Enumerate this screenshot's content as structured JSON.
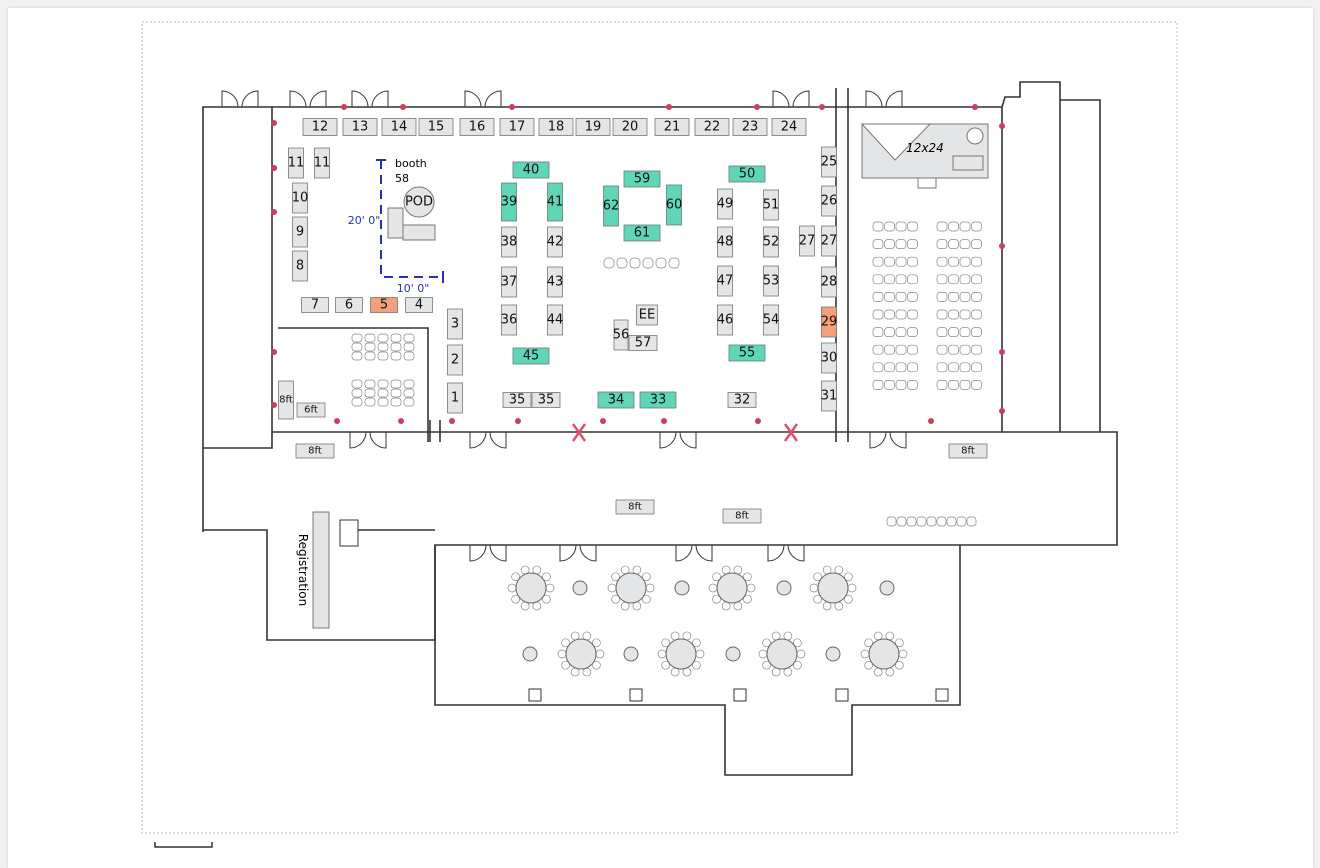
{
  "colors": {
    "booth_default": "#e4e5e6",
    "booth_teal": "#5ed6b7",
    "booth_orange": "#f4a07b",
    "dimension": "#2233bb",
    "marker": "#c8405a",
    "x_mark": "#e0506e"
  },
  "booths": [
    {
      "label": "12",
      "color": "default"
    },
    {
      "label": "13",
      "color": "default"
    },
    {
      "label": "14",
      "color": "default"
    },
    {
      "label": "15",
      "color": "default"
    },
    {
      "label": "16",
      "color": "default"
    },
    {
      "label": "17",
      "color": "default"
    },
    {
      "label": "18",
      "color": "default"
    },
    {
      "label": "19",
      "color": "default"
    },
    {
      "label": "20",
      "color": "default"
    },
    {
      "label": "21",
      "color": "default"
    },
    {
      "label": "22",
      "color": "default"
    },
    {
      "label": "23",
      "color": "default"
    },
    {
      "label": "24",
      "color": "default"
    },
    {
      "label": "11",
      "color": "default"
    },
    {
      "label": "11",
      "color": "default"
    },
    {
      "label": "10",
      "color": "default"
    },
    {
      "label": "9",
      "color": "default"
    },
    {
      "label": "8",
      "color": "default"
    },
    {
      "label": "7",
      "color": "default"
    },
    {
      "label": "6",
      "color": "default"
    },
    {
      "label": "5",
      "color": "orange"
    },
    {
      "label": "4",
      "color": "default"
    },
    {
      "label": "3",
      "color": "default"
    },
    {
      "label": "2",
      "color": "default"
    },
    {
      "label": "1",
      "color": "default"
    },
    {
      "label": "40",
      "color": "teal"
    },
    {
      "label": "39",
      "color": "teal"
    },
    {
      "label": "41",
      "color": "teal"
    },
    {
      "label": "38",
      "color": "default"
    },
    {
      "label": "42",
      "color": "default"
    },
    {
      "label": "37",
      "color": "default"
    },
    {
      "label": "43",
      "color": "default"
    },
    {
      "label": "36",
      "color": "default"
    },
    {
      "label": "44",
      "color": "default"
    },
    {
      "label": "45",
      "color": "teal"
    },
    {
      "label": "59",
      "color": "teal"
    },
    {
      "label": "62",
      "color": "teal"
    },
    {
      "label": "60",
      "color": "teal"
    },
    {
      "label": "61",
      "color": "teal"
    },
    {
      "label": "50",
      "color": "teal"
    },
    {
      "label": "49",
      "color": "default"
    },
    {
      "label": "51",
      "color": "default"
    },
    {
      "label": "48",
      "color": "default"
    },
    {
      "label": "52",
      "color": "default"
    },
    {
      "label": "47",
      "color": "default"
    },
    {
      "label": "53",
      "color": "default"
    },
    {
      "label": "46",
      "color": "default"
    },
    {
      "label": "54",
      "color": "default"
    },
    {
      "label": "55",
      "color": "teal"
    },
    {
      "label": "25",
      "color": "default"
    },
    {
      "label": "26",
      "color": "default"
    },
    {
      "label": "27",
      "color": "default"
    },
    {
      "label": "27",
      "color": "default"
    },
    {
      "label": "28",
      "color": "default"
    },
    {
      "label": "29",
      "color": "orange"
    },
    {
      "label": "30",
      "color": "default"
    },
    {
      "label": "31",
      "color": "default"
    },
    {
      "label": "EE",
      "color": "default"
    },
    {
      "label": "56",
      "color": "default"
    },
    {
      "label": "57",
      "color": "default"
    },
    {
      "label": "35",
      "color": "default"
    },
    {
      "label": "35",
      "color": "default"
    },
    {
      "label": "34",
      "color": "teal"
    },
    {
      "label": "33",
      "color": "teal"
    },
    {
      "label": "32",
      "color": "default"
    },
    {
      "label": "8ft",
      "color": "default"
    },
    {
      "label": "6ft",
      "color": "default"
    },
    {
      "label": "8ft",
      "color": "default"
    },
    {
      "label": "8ft",
      "color": "default"
    },
    {
      "label": "8ft",
      "color": "default"
    },
    {
      "label": "8ft",
      "color": "default"
    }
  ],
  "pod_label": "POD",
  "booth58": {
    "line1": "booth",
    "line2": "58",
    "width_label": "10' 0\"",
    "height_label": "20' 0\""
  },
  "stage_label": "12x24",
  "registration_label": "Registration"
}
